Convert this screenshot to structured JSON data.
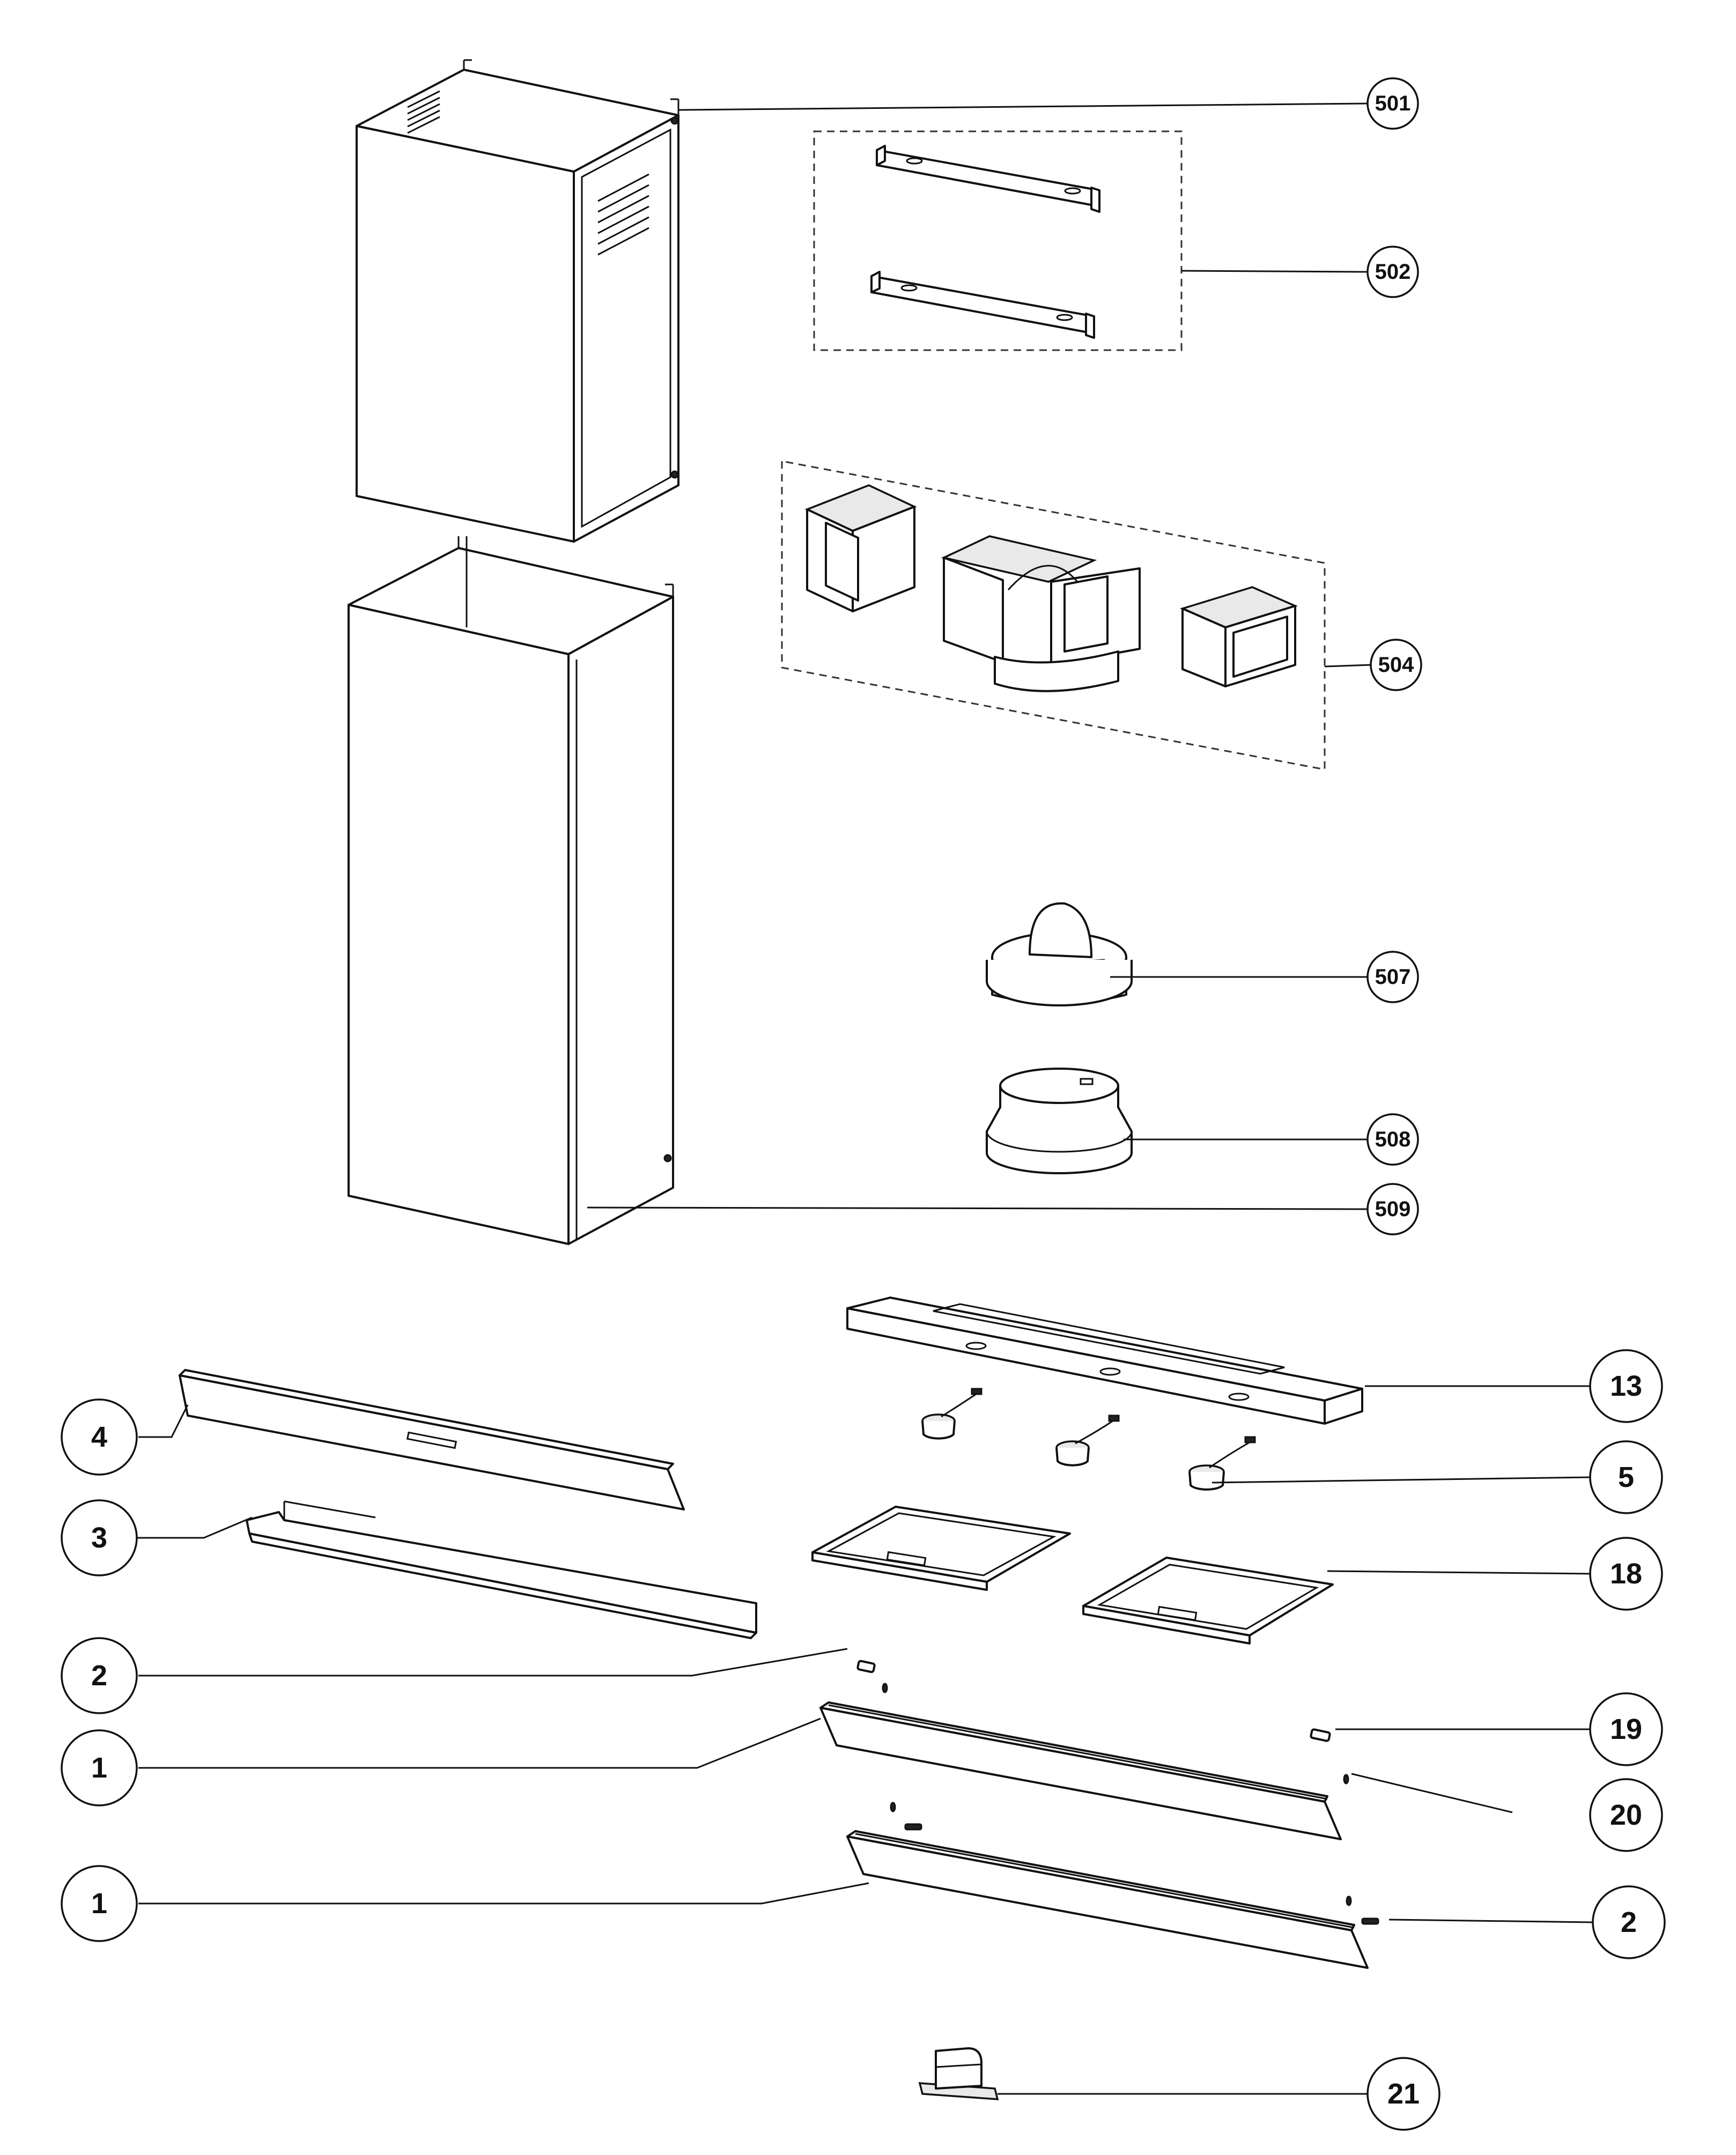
{
  "callouts": {
    "c501": "501",
    "c502": "502",
    "c504": "504",
    "c507": "507",
    "c508": "508",
    "c509": "509",
    "c13": "13",
    "c4": "4",
    "c5": "5",
    "c3": "3",
    "c18": "18",
    "c2a": "2",
    "c1a": "1",
    "c19": "19",
    "c20": "20",
    "c1b": "1",
    "c2b": "2",
    "c21": "21"
  },
  "colors": {
    "line": "#111111",
    "fill": "#ffffff",
    "shade": "#e9e9e9"
  }
}
